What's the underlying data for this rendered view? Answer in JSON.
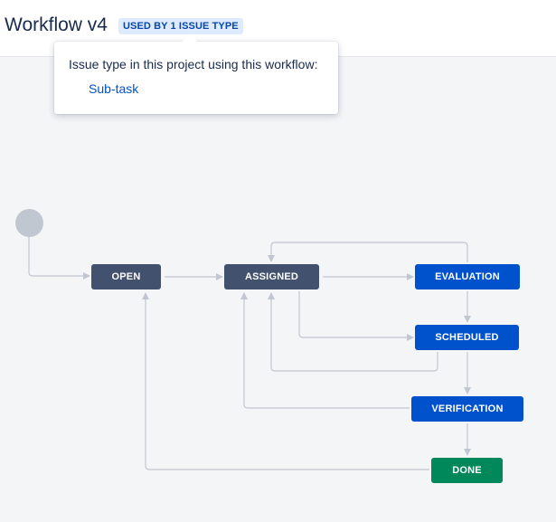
{
  "header": {
    "title": "Workflow v4",
    "badge": "USED BY 1 ISSUE TYPE"
  },
  "popup": {
    "heading": "Issue type in this project using this workflow:",
    "issue_type": "Sub-task"
  },
  "statuses": {
    "open": "OPEN",
    "assigned": "ASSIGNED",
    "evaluation": "EVALUATION",
    "scheduled": "SCHEDULED",
    "verification": "VERIFICATION",
    "done": "DONE"
  },
  "colors": {
    "todo": "#42526e",
    "in_progress": "#0052cc",
    "done": "#00875a",
    "link": "#0052cc",
    "connector": "#c1c7d0"
  }
}
